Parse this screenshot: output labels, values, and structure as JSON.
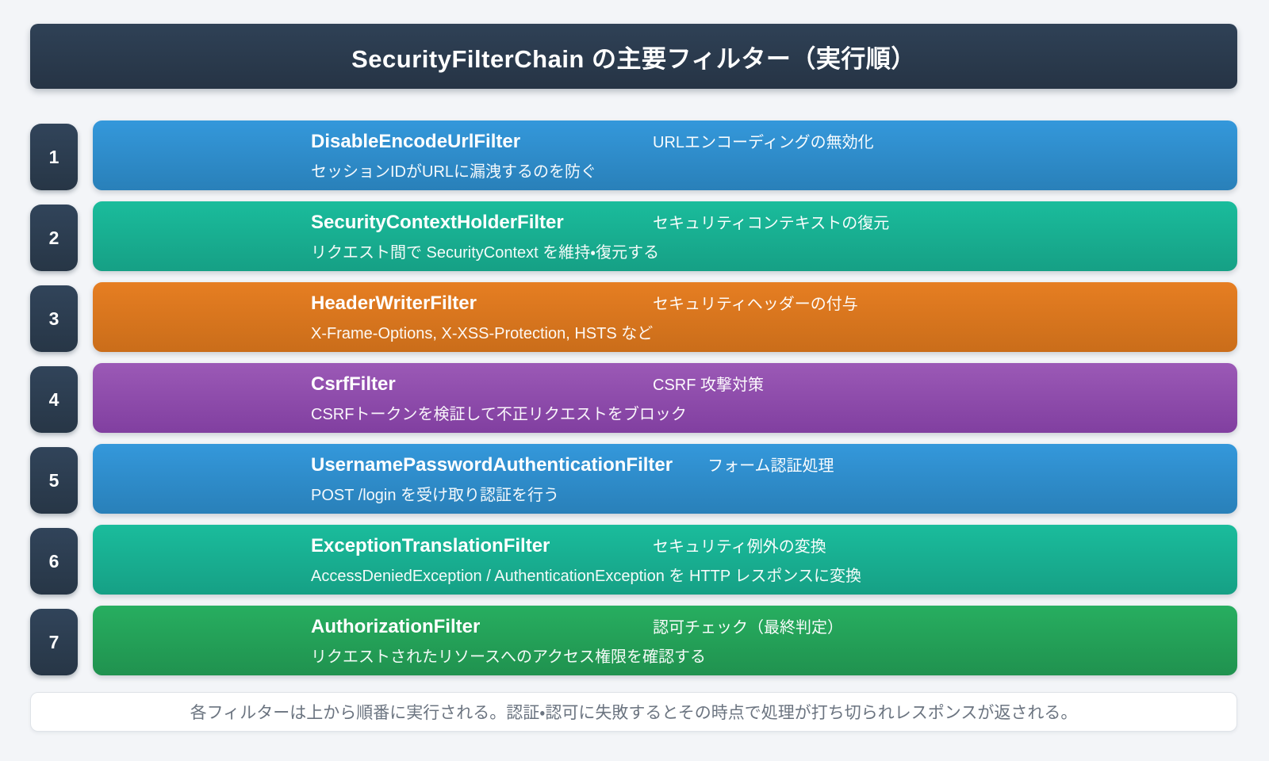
{
  "header": {
    "title": "SecurityFilterChain の主要フィルター（実行順）"
  },
  "rows": [
    {
      "num": "1",
      "name": "DisableEncodeUrlFilter",
      "label": "URLエンコーディングの無効化",
      "desc": "セッションIDがURLに漏洩するのを防ぐ",
      "color_top": "#3498db",
      "color_bottom": "#2980b9"
    },
    {
      "num": "2",
      "name": "SecurityContextHolderFilter",
      "label": "セキュリティコンテキストの復元",
      "desc": "リクエスト間で SecurityContext を維持・復元する",
      "color_top": "#1abc9c",
      "color_bottom": "#16a085"
    },
    {
      "num": "3",
      "name": "HeaderWriterFilter",
      "label": "セキュリティヘッダーの付与",
      "desc": "X-Frame-Options, X-XSS-Protection, HSTS など",
      "color_top": "#e67e22",
      "color_bottom": "#ca6d1a"
    },
    {
      "num": "4",
      "name": "CsrfFilter",
      "label": "CSRF 攻撃対策",
      "desc": "CSRFトークンを検証して不正リクエストをブロック",
      "color_top": "#9b59b6",
      "color_bottom": "#813fa0"
    },
    {
      "num": "5",
      "name": "UsernamePasswordAuthenticationFilter",
      "label": "フォーム認証処理",
      "desc": "POST /login を受け取り認証を行う",
      "color_top": "#3498db",
      "color_bottom": "#2980b9"
    },
    {
      "num": "6",
      "name": "ExceptionTranslationFilter",
      "label": "セキュリティ例外の変換",
      "desc": "AccessDeniedException / AuthenticationException を HTTP レスポンスに変換",
      "color_top": "#1abc9c",
      "color_bottom": "#16a085"
    },
    {
      "num": "7",
      "name": "AuthorizationFilter",
      "label": "認可チェック（最終判定）",
      "desc": "リクエストされたリソースへのアクセス権限を確認する",
      "color_top": "#27ae60",
      "color_bottom": "#20924f"
    }
  ],
  "footer": {
    "note": "各フィルターは上から順番に実行される。認証・認可に失敗するとその時点で処理が打ち切られレスポンスが返される。"
  }
}
